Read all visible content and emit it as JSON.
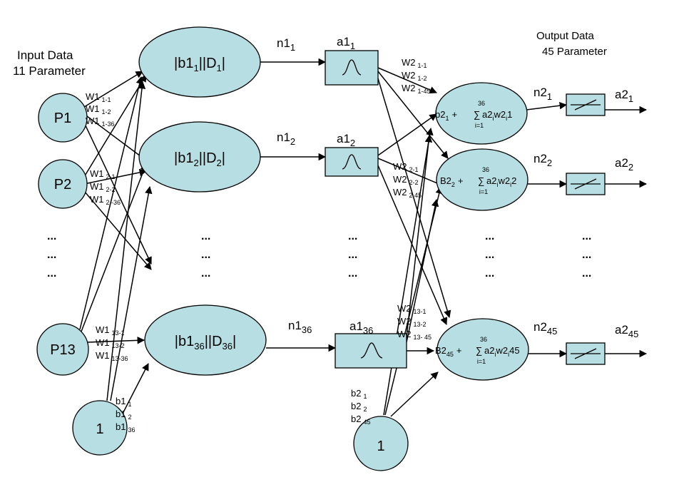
{
  "diagram": {
    "input_header_1": "Input Data",
    "input_header_2": "11 Parameter",
    "output_header_1": "Output  Data",
    "output_header_2": "45 Parameter",
    "inputs": {
      "p1": "P1",
      "p2": "P2",
      "p13": "P13",
      "bias": "1",
      "dots": "..."
    },
    "input_weights": {
      "p1": [
        {
          "base": "W1",
          "sub": "1-1"
        },
        {
          "base": "W1",
          "sub": "1-2"
        },
        {
          "base": "W1",
          "sub": "1-36"
        }
      ],
      "p2": [
        {
          "base": "W1",
          "sub": "2-1"
        },
        {
          "base": "W1",
          "sub": "2-2"
        },
        {
          "base": "W1",
          "sub": "2 -36"
        }
      ],
      "p13": [
        {
          "base": "W1",
          "sub": "13-1"
        },
        {
          "base": "W1",
          "sub": "13-2"
        },
        {
          "base": "W1",
          "sub": "13-36"
        }
      ]
    },
    "bias1": [
      {
        "base": "b1",
        "sub": "1"
      },
      {
        "base": "b1",
        "sub": "2"
      },
      {
        "base": "b1",
        "sub": "36"
      }
    ],
    "hidden": [
      {
        "p1": "|b1",
        "s1": "1",
        "p2": "||D",
        "s2": "1",
        "p3": "|"
      },
      {
        "p1": "|b1",
        "s1": "2",
        "p2": "||D",
        "s2": "2",
        "p3": "|"
      },
      {
        "p1": "|b1",
        "s1": "36",
        "p2": "||D",
        "s2": "36",
        "p3": "|"
      }
    ],
    "hidden_dots": "...",
    "n1": [
      {
        "base": "n1",
        "sub": "1"
      },
      {
        "base": "n1",
        "sub": "2"
      },
      {
        "base": "n1",
        "sub": "36"
      }
    ],
    "a1": [
      {
        "base": "a1",
        "sub": "1"
      },
      {
        "base": "a1",
        "sub": "2"
      },
      {
        "base": "a1",
        "sub": "36"
      }
    ],
    "a1_dots": "...",
    "hidden_weights": {
      "a1_1": [
        {
          "base": "W2",
          "sub": "1-1"
        },
        {
          "base": "W2",
          "sub": "1-2"
        },
        {
          "base": "W2",
          "sub": "1-45"
        }
      ],
      "a1_2": [
        {
          "base": "W2",
          "sub": "2-1"
        },
        {
          "base": "W2",
          "sub": "2-2"
        },
        {
          "base": "W2",
          "sub": "2 45"
        }
      ],
      "a1_36": [
        {
          "base": "W2",
          "sub": "13-1"
        },
        {
          "base": "W2",
          "sub": "13-2"
        },
        {
          "base": "W2",
          "sub": "13- 45"
        }
      ]
    },
    "bias2": [
      {
        "base": "b2",
        "sub": "1"
      },
      {
        "base": "b2",
        "sub": "2"
      },
      {
        "base": "b2",
        "sub": "45"
      }
    ],
    "bias2_node": "1",
    "output_nodes": [
      {
        "b_base": "b2",
        "b_sub": "1",
        "plus": "+",
        "sum": "∑",
        "upper": "36",
        "lower": "i=1",
        "t1": "a2",
        "ts": "i",
        "t2": "w2",
        "t3": "1"
      },
      {
        "b_base": "B2",
        "b_sub": "2",
        "plus": "+",
        "sum": "∑",
        "upper": "36",
        "lower": "i=1",
        "t1": "a2",
        "ts": "i",
        "t2": "w2",
        "t3": "2"
      },
      {
        "b_base": "B2",
        "b_sub": "45",
        "plus": "+",
        "sum": "∑",
        "upper": "36",
        "lower": "i=1",
        "t1": "a2",
        "ts": "i",
        "t2": "w2",
        "t3": "45"
      }
    ],
    "output_dots": "...",
    "n2": [
      {
        "base": "n2",
        "sub": "1"
      },
      {
        "base": "n2",
        "sub": "2"
      },
      {
        "base": "n2",
        "sub": "45"
      }
    ],
    "a2": [
      {
        "base": "a2",
        "sub": "1"
      },
      {
        "base": "a2",
        "sub": "2"
      },
      {
        "base": "a2",
        "sub": "45"
      }
    ],
    "n2_dots": "...",
    "a2_dots": "..."
  }
}
